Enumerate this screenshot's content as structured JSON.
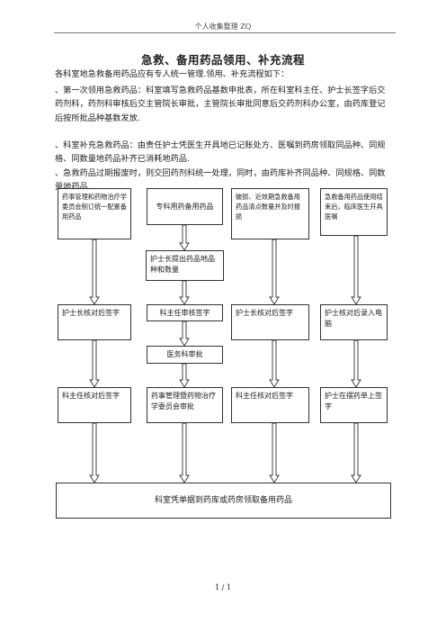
{
  "header": "个人收集整理 ZQ",
  "title": "急救、备用药品领用、补充流程",
  "paragraphs": [
    "各科室地急救备用药品应有专人统一管理.领用、补充流程如下：",
    "、第一次领用急救药品：科室填写急救药品基数申批表，所在科室科主任、护士长签字后交药剂科，药剂科审核后交主管院长审批，主管院长审批同意后交药剂科办公室，由药库登记后按所批品种基数发放.",
    "、科室补充急救药品：由责任护士凭医生开具地已记账处方、医嘱到药房领取同品种、同规格、同数量地药品补齐已消耗地药品.",
    "、急救药品过期报废时，则交回药剂科统一处理，同时，由药库补齐同品种、同规格、同数量地药品."
  ],
  "flow": {
    "row1": [
      "药事管理和药物治疗学委员会制订统一配置备用药品",
      "专科用药备用药品",
      "破损、近效期急救备用药品清点数量并及时报损",
      "急救备用药品使用结束后，临床医生开具医嘱"
    ],
    "nurse_head_request": "护士长提出药品地品种和数量",
    "row2": [
      "护士长核对后签字",
      "科主任审核签字",
      "护士长核对后签字",
      "护士核对后录入电脑"
    ],
    "medical_dept": "医务科审批",
    "row3": [
      "科主任核对后签字",
      "药事管理暨药物治疗学委员会审批",
      "科主任核对后签字",
      "护士在摆药单上签字"
    ],
    "final": "科室凭单据到药库或药房领取备用药品"
  },
  "footer": "1 / 1"
}
